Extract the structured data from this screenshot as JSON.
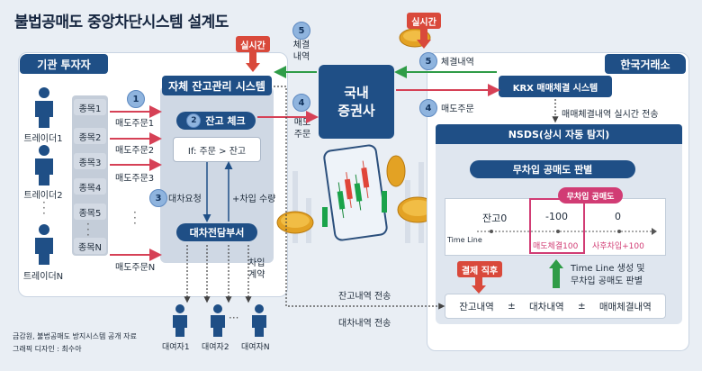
{
  "title": "불법공매도 중앙차단시스템 설계도",
  "left": {
    "header": "기관 투자자",
    "traders": [
      "트레이더1",
      "트레이더2",
      "트레이더N"
    ],
    "stocks": [
      "종목1",
      "종목2",
      "종목3",
      "종목4",
      "종목5",
      "종목N"
    ],
    "orders": [
      "매도주문1",
      "매도주문2",
      "매도주문3",
      "매도주문N"
    ]
  },
  "balance_system": {
    "tag": "실시간",
    "header": "자체 잔고관리 시스템",
    "step1": "1",
    "step2": "2",
    "check_label": "잔고 체크",
    "condition": "If: 주문 > 잔고",
    "step3": "3",
    "loan_request": "대차요청",
    "borrow_amount": "+차입 수량",
    "lending_dept": "대차전담부서",
    "borrow_contract": "차입 계약",
    "lenders": [
      "대여자1",
      "대여자2",
      "대여자N"
    ]
  },
  "broker": {
    "name_line1": "국내",
    "name_line2": "증권사",
    "step4": "4",
    "order_label": "매도 주문",
    "step5": "5",
    "execution_label": "체결 내역"
  },
  "exchange": {
    "header": "한국거래소",
    "tag": "실시간",
    "step5": "5",
    "execution_label": "체결내역",
    "step4": "4",
    "order_label": "매도주문",
    "krx_system": "KRX 매매체결 시스템",
    "realtime_transfer": "매매체결내역 실시간 전송",
    "nsds": "NSDS(상시 자동 탐지)",
    "judgement": "무차입 공매도 판별",
    "naked_short": "무차입 공매도",
    "balance0": "잔고0",
    "minus100": "-100",
    "zero": "0",
    "timeline": "Time Line",
    "sell_exec": "매도체결100",
    "post_borrow": "사후차입+100",
    "after_settle": "결제 직후",
    "timeline_note1": "Time Line 생성 및",
    "timeline_note2": "무차입 공매도 판별",
    "formula_balance": "잔고내역",
    "plus_minus": "±",
    "formula_loan": "대차내역",
    "formula_trade": "매매체결내역"
  },
  "bottom": {
    "balance_transfer": "잔고내역 전송",
    "loan_transfer": "대차내역 전송"
  },
  "credit": {
    "source": "금감원, 불법공매도 방지시스템 공개 자료",
    "designer": "그래픽 디자인 : 최수아"
  }
}
